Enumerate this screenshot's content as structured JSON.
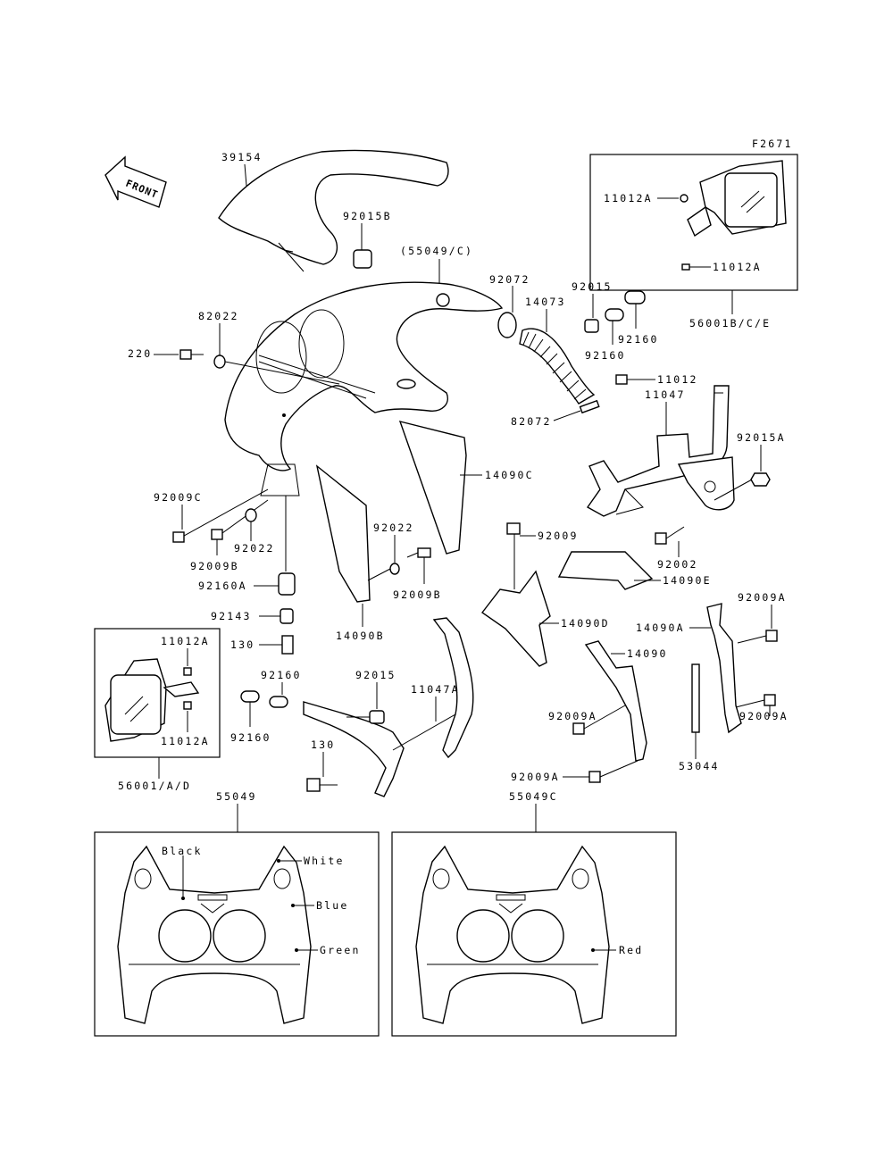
{
  "figure_code": "F2671",
  "front_arrow": "FRONT",
  "parts": {
    "p39154": "39154",
    "p92015B": "92015B",
    "p55049C_paren": "(55049/C)",
    "p92072": "92072",
    "p14073": "14073",
    "p92015": "92015",
    "p92160_a": "92160",
    "p92160_b": "92160",
    "p11012": "11012",
    "p11047": "11047",
    "p82072": "82072",
    "p92015A": "92015A",
    "p82022": "82022",
    "p220": "220",
    "p14090C": "14090C",
    "p92009C": "92009C",
    "p92022_a": "92022",
    "p92009B_a": "92009B",
    "p92160A": "92160A",
    "p92022_b": "92022",
    "p92009B_b": "92009B",
    "p92009": "92009",
    "p92002": "92002",
    "p14090E": "14090E",
    "p92143": "92143",
    "p130_a": "130",
    "p14090B": "14090B",
    "p14090D": "14090D",
    "p14090A": "14090A",
    "p92009A_a": "92009A",
    "p14090": "14090",
    "p92160_c": "92160",
    "p92015_b": "92015",
    "p11047A": "11047A",
    "p92160_d": "92160",
    "p92009A_b": "92009A",
    "p92009A_c": "92009A",
    "p130_b": "130",
    "p92009A_d": "92009A",
    "p53044": "53044",
    "p55049": "55049",
    "p55049C": "55049C"
  },
  "mirror_right": {
    "label_top": "11012A",
    "label_bottom": "11012A",
    "assembly": "56001B/C/E"
  },
  "mirror_left": {
    "label_top": "11012A",
    "label_bottom": "11012A",
    "assembly": "56001/A/D"
  },
  "color_panel_1": {
    "colors": [
      "Black",
      "White",
      "Blue",
      "Green"
    ]
  },
  "color_panel_2": {
    "colors": [
      "Red"
    ]
  }
}
